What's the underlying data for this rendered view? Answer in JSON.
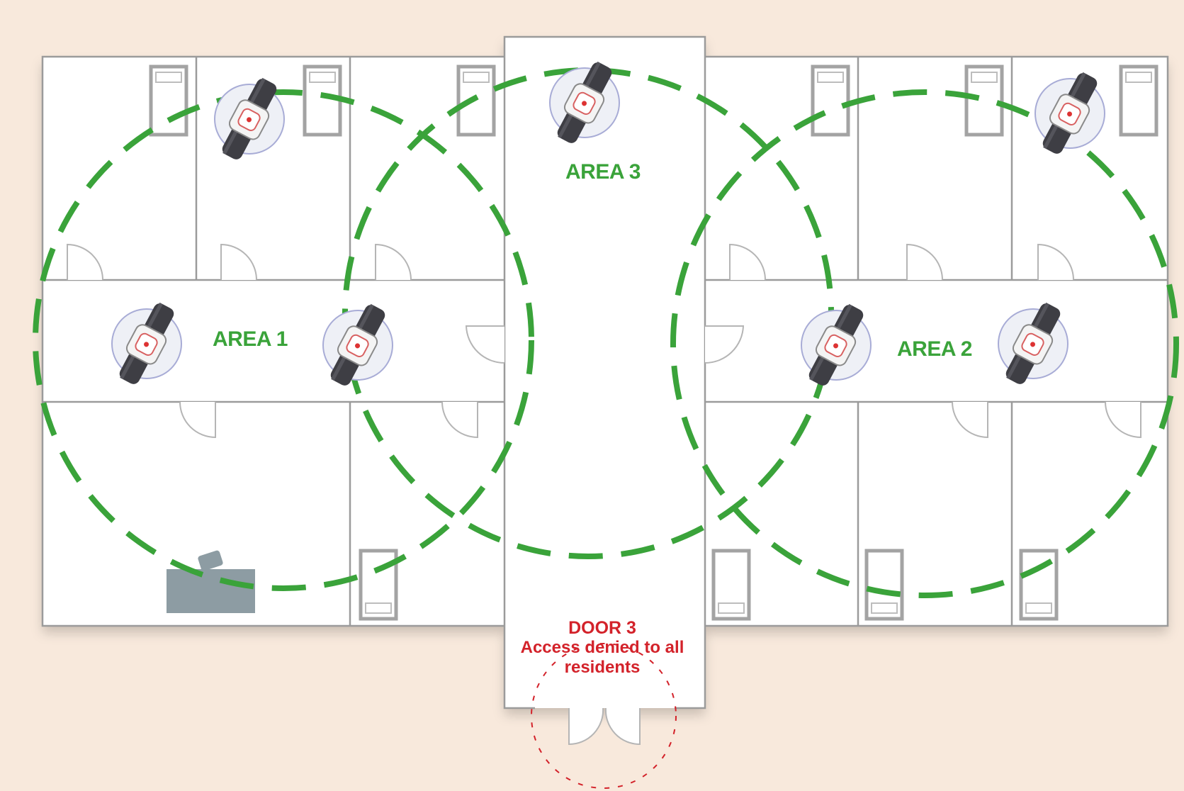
{
  "zones": [
    {
      "label": "AREA 1"
    },
    {
      "label": "AREA 2"
    },
    {
      "label": "AREA 3"
    }
  ],
  "door": {
    "title": "DOOR 3",
    "note": "Access denied to all residents"
  },
  "colors": {
    "background": "#f8e9dc",
    "zone_ring": "#3aa33a",
    "zone_label": "#3aa33a",
    "door_label": "#d3222a",
    "walls": "#9a9a9a",
    "floor": "#ffffff"
  },
  "icons": {
    "pendant": "wristband-pendant-icon",
    "bed": "bed-icon",
    "desk": "desk-icon"
  }
}
